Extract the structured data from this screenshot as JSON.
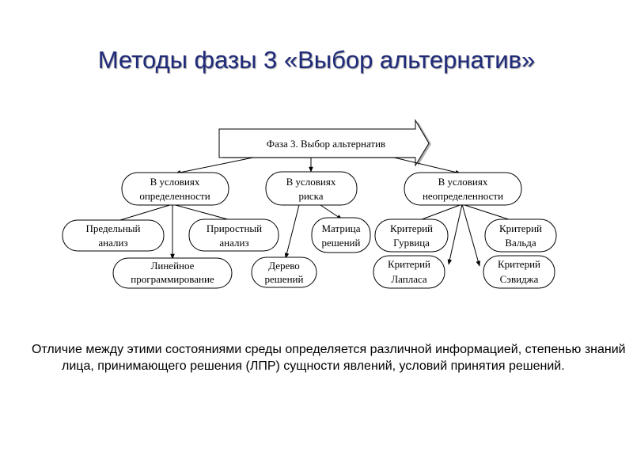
{
  "slide": {
    "title": "Методы фазы 3  «Выбор альтернатив»",
    "caption": "Отличие между этими состояниями среды определяется различной информацией, степенью знаний лица, принимающего решения (ЛПР) сущности явлений, условий принятия решений."
  },
  "diagram": {
    "phase": "Фаза 3. Выбор альтернатив",
    "groups": {
      "certainty": [
        "В условиях",
        "определенности"
      ],
      "risk": [
        "В условиях",
        "риска"
      ],
      "uncertainty": [
        "В условиях",
        "неопределенности"
      ]
    },
    "methods": {
      "marginal": [
        "Предельный",
        "анализ"
      ],
      "incremental": [
        "Приростный",
        "анализ"
      ],
      "linear": [
        "Линейное",
        "программирование"
      ],
      "matrix": [
        "Матрица",
        "решений"
      ],
      "tree": [
        "Дерево",
        "решений"
      ],
      "hurwicz": [
        "Критерий",
        "Гурвица"
      ],
      "wald": [
        "Критерий",
        "Вальда"
      ],
      "laplace": [
        "Критерий",
        "Лапласа"
      ],
      "savage": [
        "Критерий",
        "Сэвиджа"
      ]
    }
  }
}
